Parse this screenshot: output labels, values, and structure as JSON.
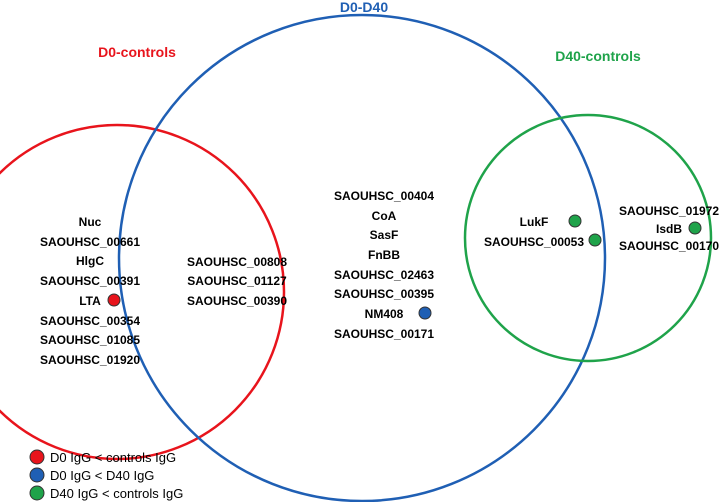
{
  "colors": {
    "red": "#e8141c",
    "blue": "#1f5fb4",
    "green": "#1fa34a",
    "text": "#000000"
  },
  "sets": {
    "d0_controls": {
      "title": "D0-controls"
    },
    "d0_d40": {
      "title": "D0-D40"
    },
    "d40_controls": {
      "title": "D40-controls"
    }
  },
  "regions": {
    "d0_controls_only": [
      "Nuc",
      "SAOUHSC_00661",
      "HlgC",
      "SAOUHSC_00391",
      "LTA",
      "SAOUHSC_00354",
      "SAOUHSC_01085",
      "SAOUHSC_01920"
    ],
    "d0_controls_and_d0_d40": [
      "SAOUHSC_00808",
      "SAOUHSC_01127",
      "SAOUHSC_00390"
    ],
    "d0_d40_only": [
      "SAOUHSC_00404",
      "CoA",
      "SasF",
      "FnBB",
      "SAOUHSC_02463",
      "SAOUHSC_00395",
      "NM408",
      "SAOUHSC_00171"
    ],
    "d0_d40_and_d40_controls": [
      "LukF",
      "SAOUHSC_00053"
    ],
    "d40_controls_only": [
      "SAOUHSC_01972",
      "IsdB",
      "SAOUHSC_00170"
    ]
  },
  "legend": [
    {
      "label": "D0 IgG < controls IgG",
      "color_key": "red"
    },
    {
      "label": "D0 IgG < D40 IgG",
      "color_key": "blue"
    },
    {
      "label": "D40 IgG < controls IgG",
      "color_key": "green"
    }
  ]
}
